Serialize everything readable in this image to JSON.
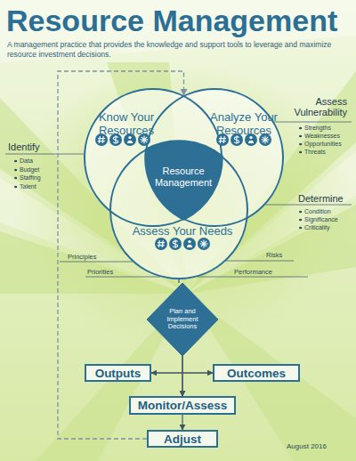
{
  "diagram": {
    "title": "Resource Management",
    "caption": "A management practice that provides the knowledge and support tools to leverage and maximize resource investment decisions.",
    "nodes": [
      {
        "text": [
          "Know Your Resources"
        ]
      },
      {
        "text": [
          "Analyze Your Resources"
        ]
      },
      {
        "text": [
          "Resource Management"
        ]
      },
      {
        "text": [
          "Assess Your Needs"
        ]
      },
      {
        "text": [
          "Plan and Implement Decisions"
        ]
      },
      {
        "text": [
          "Outputs"
        ]
      },
      {
        "text": [
          "Outcomes"
        ]
      },
      {
        "text": [
          "Monitor/Assess"
        ]
      },
      {
        "text": [
          "Adjust"
        ]
      }
    ],
    "edges": [
      {
        "from": 3,
        "to": 4,
        "arrow": "none"
      },
      {
        "from": 4,
        "to": 5,
        "arrow": "to"
      },
      {
        "from": 4,
        "to": 6,
        "arrow": "to"
      },
      {
        "from": 5,
        "to": 7,
        "arrow": "to"
      },
      {
        "from": 6,
        "to": 7,
        "arrow": "to"
      },
      {
        "from": 7,
        "to": 8,
        "arrow": "to"
      },
      {
        "from": 8,
        "to": 0,
        "arrow": "to"
      }
    ],
    "labels": [
      "Identify",
      "Data",
      "Budget",
      "Staffing",
      "Talent",
      "Assess Vulnerability",
      "Strengths",
      "Weaknesses",
      "Opportunities",
      "Threats",
      "Determine",
      "Condition",
      "Significance",
      "Criticality",
      "Principles",
      "Priorities",
      "Risks",
      "Performance",
      "August 2016"
    ]
  }
}
